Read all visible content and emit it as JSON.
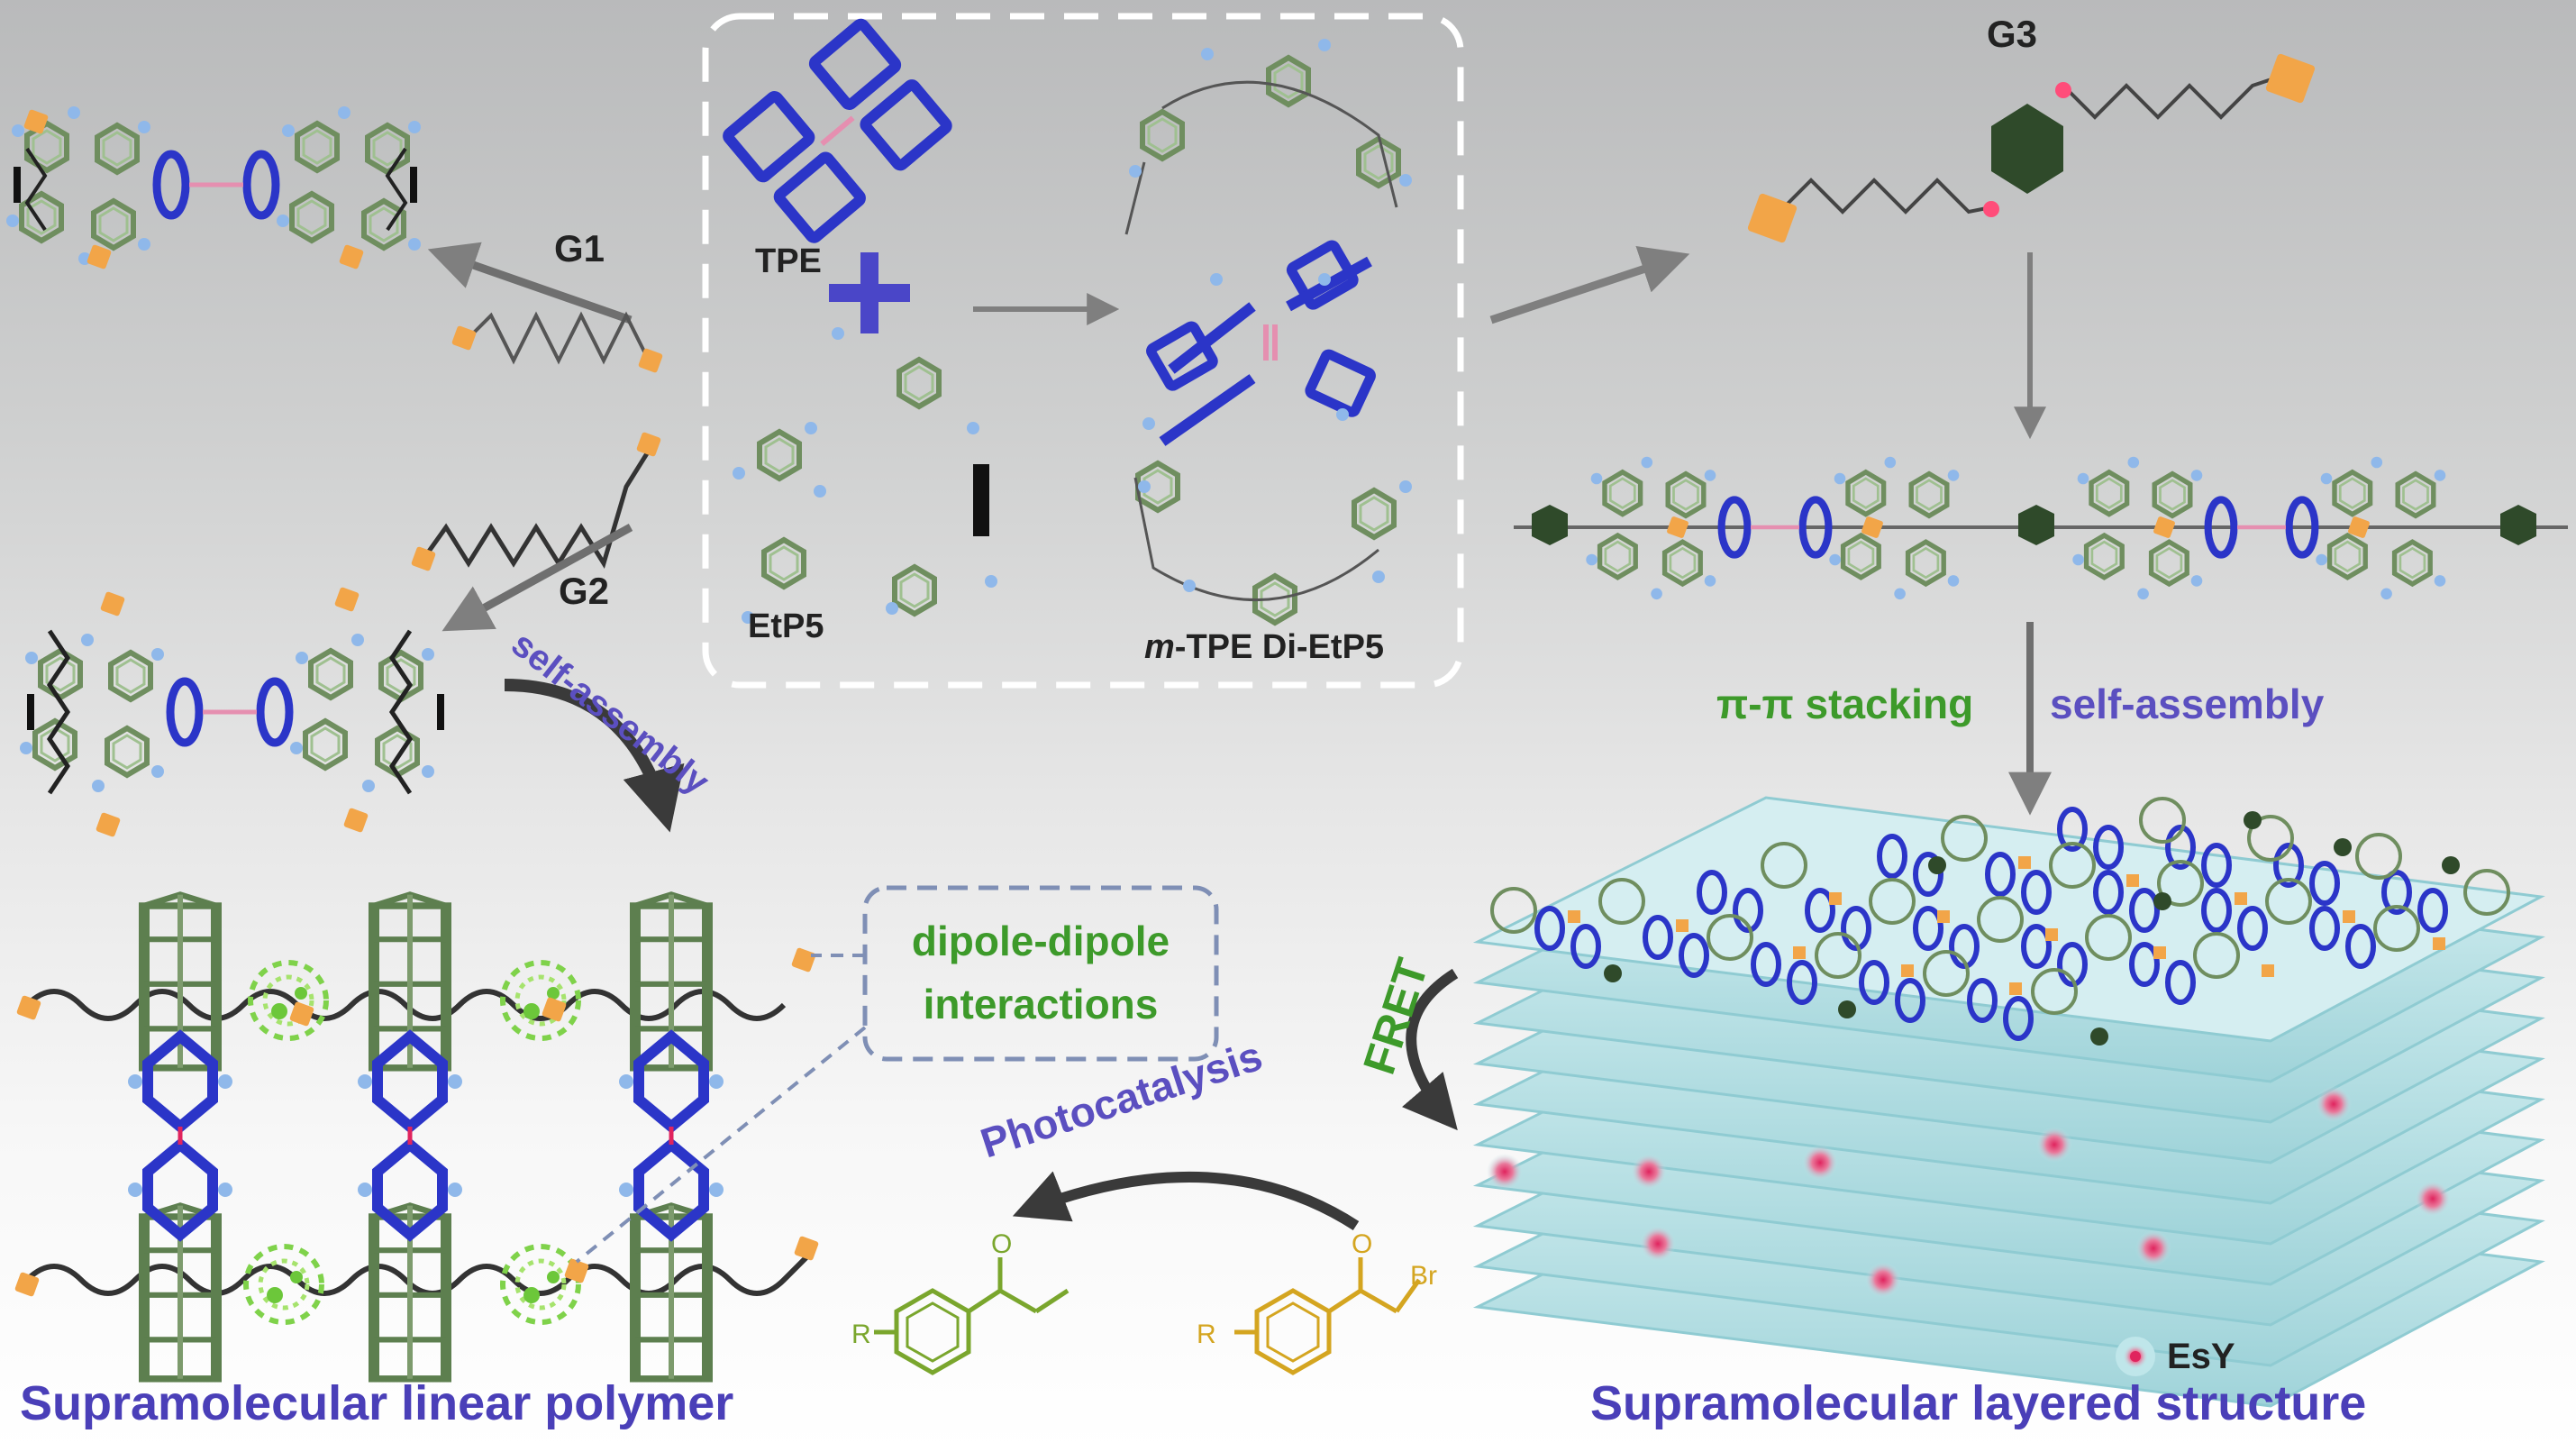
{
  "labels": {
    "g1": "G1",
    "g2": "G2",
    "g3": "G3",
    "tpe": "TPE",
    "etp5": "EtP5",
    "mtpe_italic": "m",
    "mtpe_rest": "-TPE Di-EtP5",
    "self_assembly_left": "self-assembly",
    "pi_stacking": "π-π stacking",
    "self_assembly_right": "self-assembly",
    "dipole_line1": "dipole-dipole",
    "dipole_line2": "interactions",
    "fret": "FRET",
    "photocatalysis": "Photocatalysis",
    "r_left": "R",
    "r_right": "R",
    "o_left": "O",
    "o_right": "O",
    "br": "Br",
    "esy": "EsY",
    "caption_left": "Supramolecular linear polymer",
    "caption_right": "Supramolecular layered structure"
  },
  "colors": {
    "tpe_blue": "#2b35c8",
    "ring_green": "#6f8e5f",
    "dark_green": "#2f4a2a",
    "guest_orange": "#f2a548",
    "label_green": "#3d9a2a",
    "label_purple": "#5b4fc0",
    "caption_blue": "#4a3fb8",
    "product_green": "#7aa62d",
    "reactant_yellow": "#d4a520",
    "sheet_cyan": "#bfe6ea",
    "esy_pink": "#e0245e",
    "arrow_gray": "#8a8a8a"
  }
}
